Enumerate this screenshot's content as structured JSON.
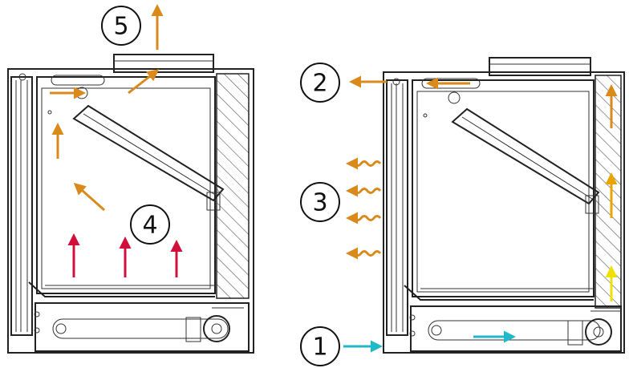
{
  "labels": {
    "n1": "1",
    "n2": "2",
    "n3": "3",
    "n4": "4",
    "n5": "5"
  },
  "colors": {
    "orange": "#d98a1a",
    "red": "#d0103a",
    "cyan": "#1fb9c9",
    "yellow_orange": "#e8a400",
    "yellow": "#f0e000",
    "outline": "#222222",
    "hatch": "#555555"
  }
}
